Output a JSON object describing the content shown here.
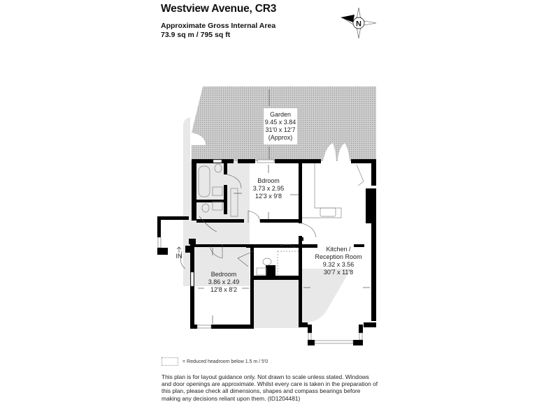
{
  "header": {
    "title": "Westview Avenue, CR3",
    "area_label": "Approximate Gross Internal Area",
    "area_value": "73.9 sq m / 795 sq ft"
  },
  "compass": {
    "icon": "compass-north-icon",
    "label": "N"
  },
  "rooms": {
    "garden": {
      "name": "Garden",
      "metric": "9.45 x 3.84",
      "imperial": "31'0 x 12'7",
      "note": "(Approx)"
    },
    "bedroom_top": {
      "name": "Bdroom",
      "metric": "3.73 x 2.95",
      "imperial": "12'3 x 9'8"
    },
    "bedroom_bottom": {
      "name": "Bedroom",
      "metric": "3.86 x 2.49",
      "imperial": "12'8 x 8'2"
    },
    "kitchen": {
      "name_line1": "Kitchen /",
      "name_line2": "Reception Room",
      "metric": "9.32 x 3.56",
      "imperial": "30'7 x 11'8"
    }
  },
  "entrance": {
    "label": "IN"
  },
  "legend": {
    "text": "= Reduced headroom below 1.5 m / 5'0"
  },
  "disclaimer": "This plan is for layout guidance only. Not drawn to scale unless stated. Windows and door openings are approximate. Whilst every care is taken in the preparation of this plan, please check all dimensions, shapes and compass bearings before making any decisions reliant upon them. (ID1204481)",
  "colors": {
    "wall": "#000000",
    "garden_fill": "#c8c8c8",
    "shade": "#e6e6e6",
    "fixture": "#888888"
  }
}
